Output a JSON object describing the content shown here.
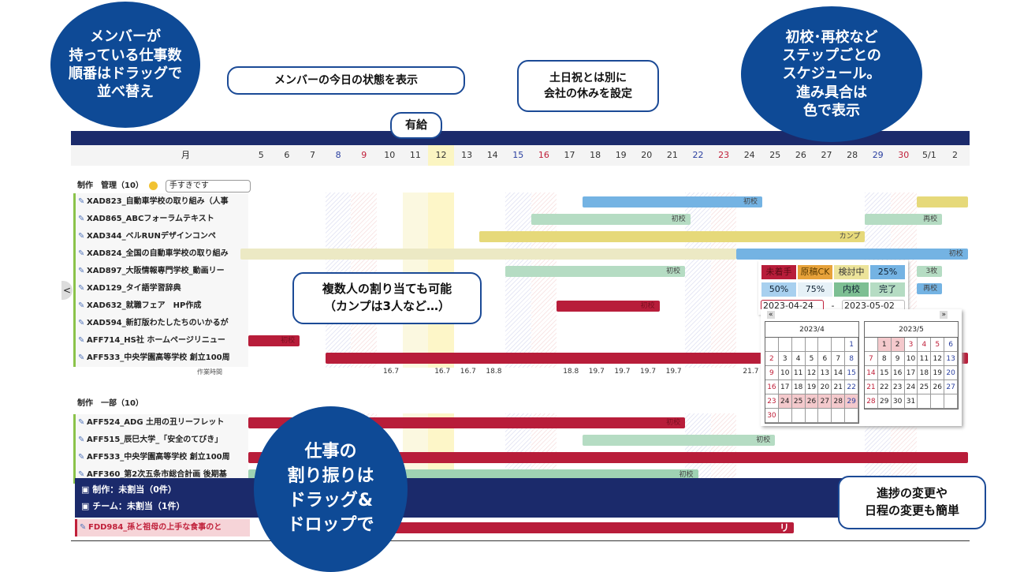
{
  "days": [
    "5",
    "6",
    "7",
    "8",
    "9",
    "10",
    "11",
    "12",
    "13",
    "14",
    "15",
    "16",
    "17",
    "18",
    "19",
    "20",
    "21",
    "22",
    "23",
    "24",
    "25",
    "26",
    "27",
    "28",
    "29",
    "30",
    "5/1",
    "2"
  ],
  "header_month": "月",
  "sat_cols": [
    3,
    10,
    17,
    24
  ],
  "sun_cols": [
    4,
    11,
    18,
    25
  ],
  "paid_leave_col": 7,
  "light_col": 6,
  "group1": {
    "label": "制作　管理（10）",
    "status_icon": "smiley-icon",
    "status_text": "手すきです",
    "rows": [
      {
        "name": "XAD823_自動車学校の取り組み（人事",
        "bars": [
          {
            "s": 13,
            "e": 20,
            "c": "#74b3e3",
            "t": "初校"
          },
          {
            "s": 26,
            "e": 28,
            "c": "#e6d97a",
            "t": ""
          }
        ]
      },
      {
        "name": "XAD865_ABCフォーラムテキスト",
        "bars": [
          {
            "s": 11,
            "e": 17.2,
            "c": "#b5dcc3",
            "t": "初校"
          },
          {
            "s": 24,
            "e": 27,
            "c": "#b5dcc3",
            "t": "再校"
          }
        ]
      },
      {
        "name": "XAD344_ベルRUNデザインコンペ",
        "bars": [
          {
            "s": 9,
            "e": 24,
            "c": "#e6d97a",
            "t": "カンプ"
          }
        ]
      },
      {
        "name": "XAD824_全国の自動車学校の取り組み",
        "bars": [
          {
            "s": -0.5,
            "e": 19,
            "c": "#ece9c4",
            "t": ""
          },
          {
            "s": 19,
            "e": 28,
            "c": "#74b3e3",
            "t": "初校"
          }
        ]
      },
      {
        "name": "XAD897_大阪情報専門学校_動画リー",
        "bars": [
          {
            "s": 10,
            "e": 17,
            "c": "#b5dcc3",
            "t": "初校"
          },
          {
            "s": 26,
            "e": 27,
            "c": "#b5dcc3",
            "t": "3枚"
          }
        ]
      },
      {
        "name": "XAD129_タイ語学習辞典",
        "bars": [
          {
            "s": 26,
            "e": 27,
            "c": "#74b3e3",
            "t": "再校"
          }
        ]
      },
      {
        "name": "XAD632_就職フェア　HP作成",
        "bars": [
          {
            "s": 12,
            "e": 16,
            "c": "#b81d3a",
            "t": "初校"
          }
        ]
      },
      {
        "name": "XAD594_新訂版わたしたちのいかるが",
        "bars": []
      },
      {
        "name": "AFF714_HS社 ホームページリニュー",
        "bars": [
          {
            "s": 0,
            "e": 2,
            "c": "#b81d3a",
            "t": "初校"
          }
        ]
      },
      {
        "name": "AFF533_中央学園高等学校 創立100周",
        "bars": [
          {
            "s": 3,
            "e": 28,
            "c": "#b81d3a",
            "t": ""
          }
        ]
      }
    ],
    "work_hours_label": "作業時間",
    "work_hours": [
      {
        "col": 5,
        "v": "16.7"
      },
      {
        "col": 7,
        "v": "16.7"
      },
      {
        "col": 8,
        "v": "16.7"
      },
      {
        "col": 9,
        "v": "18.8"
      },
      {
        "col": 12,
        "v": "18.8"
      },
      {
        "col": 13,
        "v": "19.7"
      },
      {
        "col": 14,
        "v": "19.7"
      },
      {
        "col": 15,
        "v": "19.7"
      },
      {
        "col": 16,
        "v": "19.7"
      },
      {
        "col": 19,
        "v": "21.7"
      }
    ]
  },
  "group2": {
    "label": "制作　一部（10）",
    "rows": [
      {
        "name": "AFF524_ADG 土用の丑リーフレット",
        "bars": [
          {
            "s": 0,
            "e": 17,
            "c": "#b81d3a",
            "t": "初校"
          }
        ]
      },
      {
        "name": "AFF515_辰巳大学_「安全のてびき」",
        "bars": [
          {
            "s": 13,
            "e": 20.5,
            "c": "#b5dcc3",
            "t": "初校"
          }
        ]
      },
      {
        "name": "AFF533_中央学園高等学校 創立100周",
        "bars": [
          {
            "s": 0,
            "e": 28,
            "c": "#b81d3a",
            "t": ""
          }
        ]
      },
      {
        "name": "AFF360_第2次五条市総合計画 後期基",
        "bars": [
          {
            "s": 0,
            "e": 17.5,
            "c": "#9fd2b3",
            "t": "初校"
          }
        ]
      }
    ]
  },
  "unassigned": [
    {
      "label": "制作：未割当（0件）"
    },
    {
      "label": "チーム：未割当（1件）"
    }
  ],
  "unassigned_row": {
    "name": "FDD984_孫と祖母の上手な食事のと",
    "bar_text": "リ"
  },
  "legend": {
    "items": [
      {
        "t": "未着手",
        "bg": "#b81d3a",
        "fg": "#5a0a14"
      },
      {
        "t": "原稿CK",
        "bg": "#e7a23a",
        "fg": "#5a3a00"
      },
      {
        "t": "検討中",
        "bg": "#ece39a",
        "fg": "#333"
      },
      {
        "t": "25%",
        "bg": "#74b3e3",
        "fg": "#123"
      },
      {
        "t": "50%",
        "bg": "#a8d0ef",
        "fg": "#123"
      },
      {
        "t": "75%",
        "bg": "#e6f1f7",
        "fg": "#123"
      },
      {
        "t": "内校",
        "bg": "#7dbf93",
        "fg": "#123"
      },
      {
        "t": "完了",
        "bg": "#b5dcc3",
        "fg": "#123"
      }
    ],
    "start": "2023-04-24",
    "end": "2023-05-02",
    "sep": "-"
  },
  "calendar": {
    "prev": "«",
    "next": "»",
    "months": [
      {
        "title": "2023/4",
        "offset": 6,
        "days": 30,
        "hl": [
          24,
          25,
          26,
          27,
          28,
          29
        ]
      },
      {
        "title": "2023/5",
        "offset": 1,
        "days": 31,
        "hl": [
          1,
          2
        ]
      }
    ]
  },
  "callouts": {
    "members": "メンバーが\n持っている仕事数\n順番はドラッグで\n並べ替え",
    "status": "メンバーの今日の状態を表示",
    "paid_leave": "有給",
    "holidays": "土日祝とは別に\n会社の休みを設定",
    "steps": "初校･再校など\nステップごとの\nスケジュール。\n進み具合は\n色で表示",
    "multi": "複数人の割り当ても可能\n（カンプは3人など…）",
    "dragdrop": "仕事の\n割り振りは\nドラッグ&\nドロップで",
    "progress": "進捗の変更や\n日程の変更も簡単"
  }
}
